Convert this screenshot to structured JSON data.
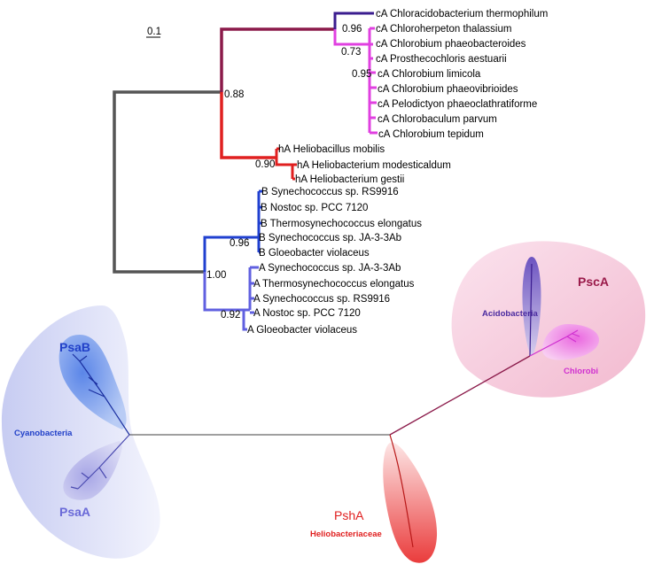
{
  "scale_bar": {
    "label": "0.1"
  },
  "colors": {
    "root": "#555555",
    "chlorobi_clade": "#8b1a4a",
    "acidobacterium": "#3b1d8f",
    "chlorobi": "#e040e0",
    "helio": "#e02020",
    "psab": "#2040d0",
    "psaa": "#6060e0"
  },
  "tree": {
    "support": {
      "root_top": "0.88",
      "root_bottom": "1.00",
      "chloro_a": "0.96",
      "chloro_b": "0.73",
      "chloro_c": "0.95",
      "helio": "0.90",
      "psab": "0.96",
      "psaa": "0.92"
    },
    "leaves": [
      "cA Chloracidobacterium thermophilum",
      "cA Chloroherpeton thalassium",
      "cA Chlorobium phaeobacteroides",
      "cA Prosthecochloris aestuarii",
      "cA Chlorobium limicola",
      "cA Chlorobium phaeovibrioides",
      "cA Pelodictyon phaeoclathratiforme",
      "cA Chlorobaculum parvum",
      "cA Chlorobium tepidum",
      "hA Heliobacillus mobilis",
      "hA Heliobacterium modesticaldum",
      "hA Heliobacterium gestii",
      "B Synechococcus sp. RS9916",
      "B Nostoc sp. PCC 7120",
      "B Thermosynechococcus elongatus",
      "B Synechococcus sp. JA-3-3Ab",
      "B Gloeobacter violaceus",
      "A Synechococcus sp. JA-3-3Ab",
      "A Thermosynechococcus elongatus",
      "A Synechococcus sp. RS9916",
      "A Nostoc sp. PCC 7120",
      "A Gloeobacter violaceus"
    ]
  },
  "unrooted": {
    "psab": "PsaB",
    "psaa": "PsaA",
    "cyanobacteria": "Cyanobacteria",
    "psha": "PshA",
    "heliobacteriaceae": "Heliobacteriaceae",
    "psca": "PscA",
    "acidobacteria": "Acidobacteria",
    "chlorobi": "Chlorobi"
  }
}
